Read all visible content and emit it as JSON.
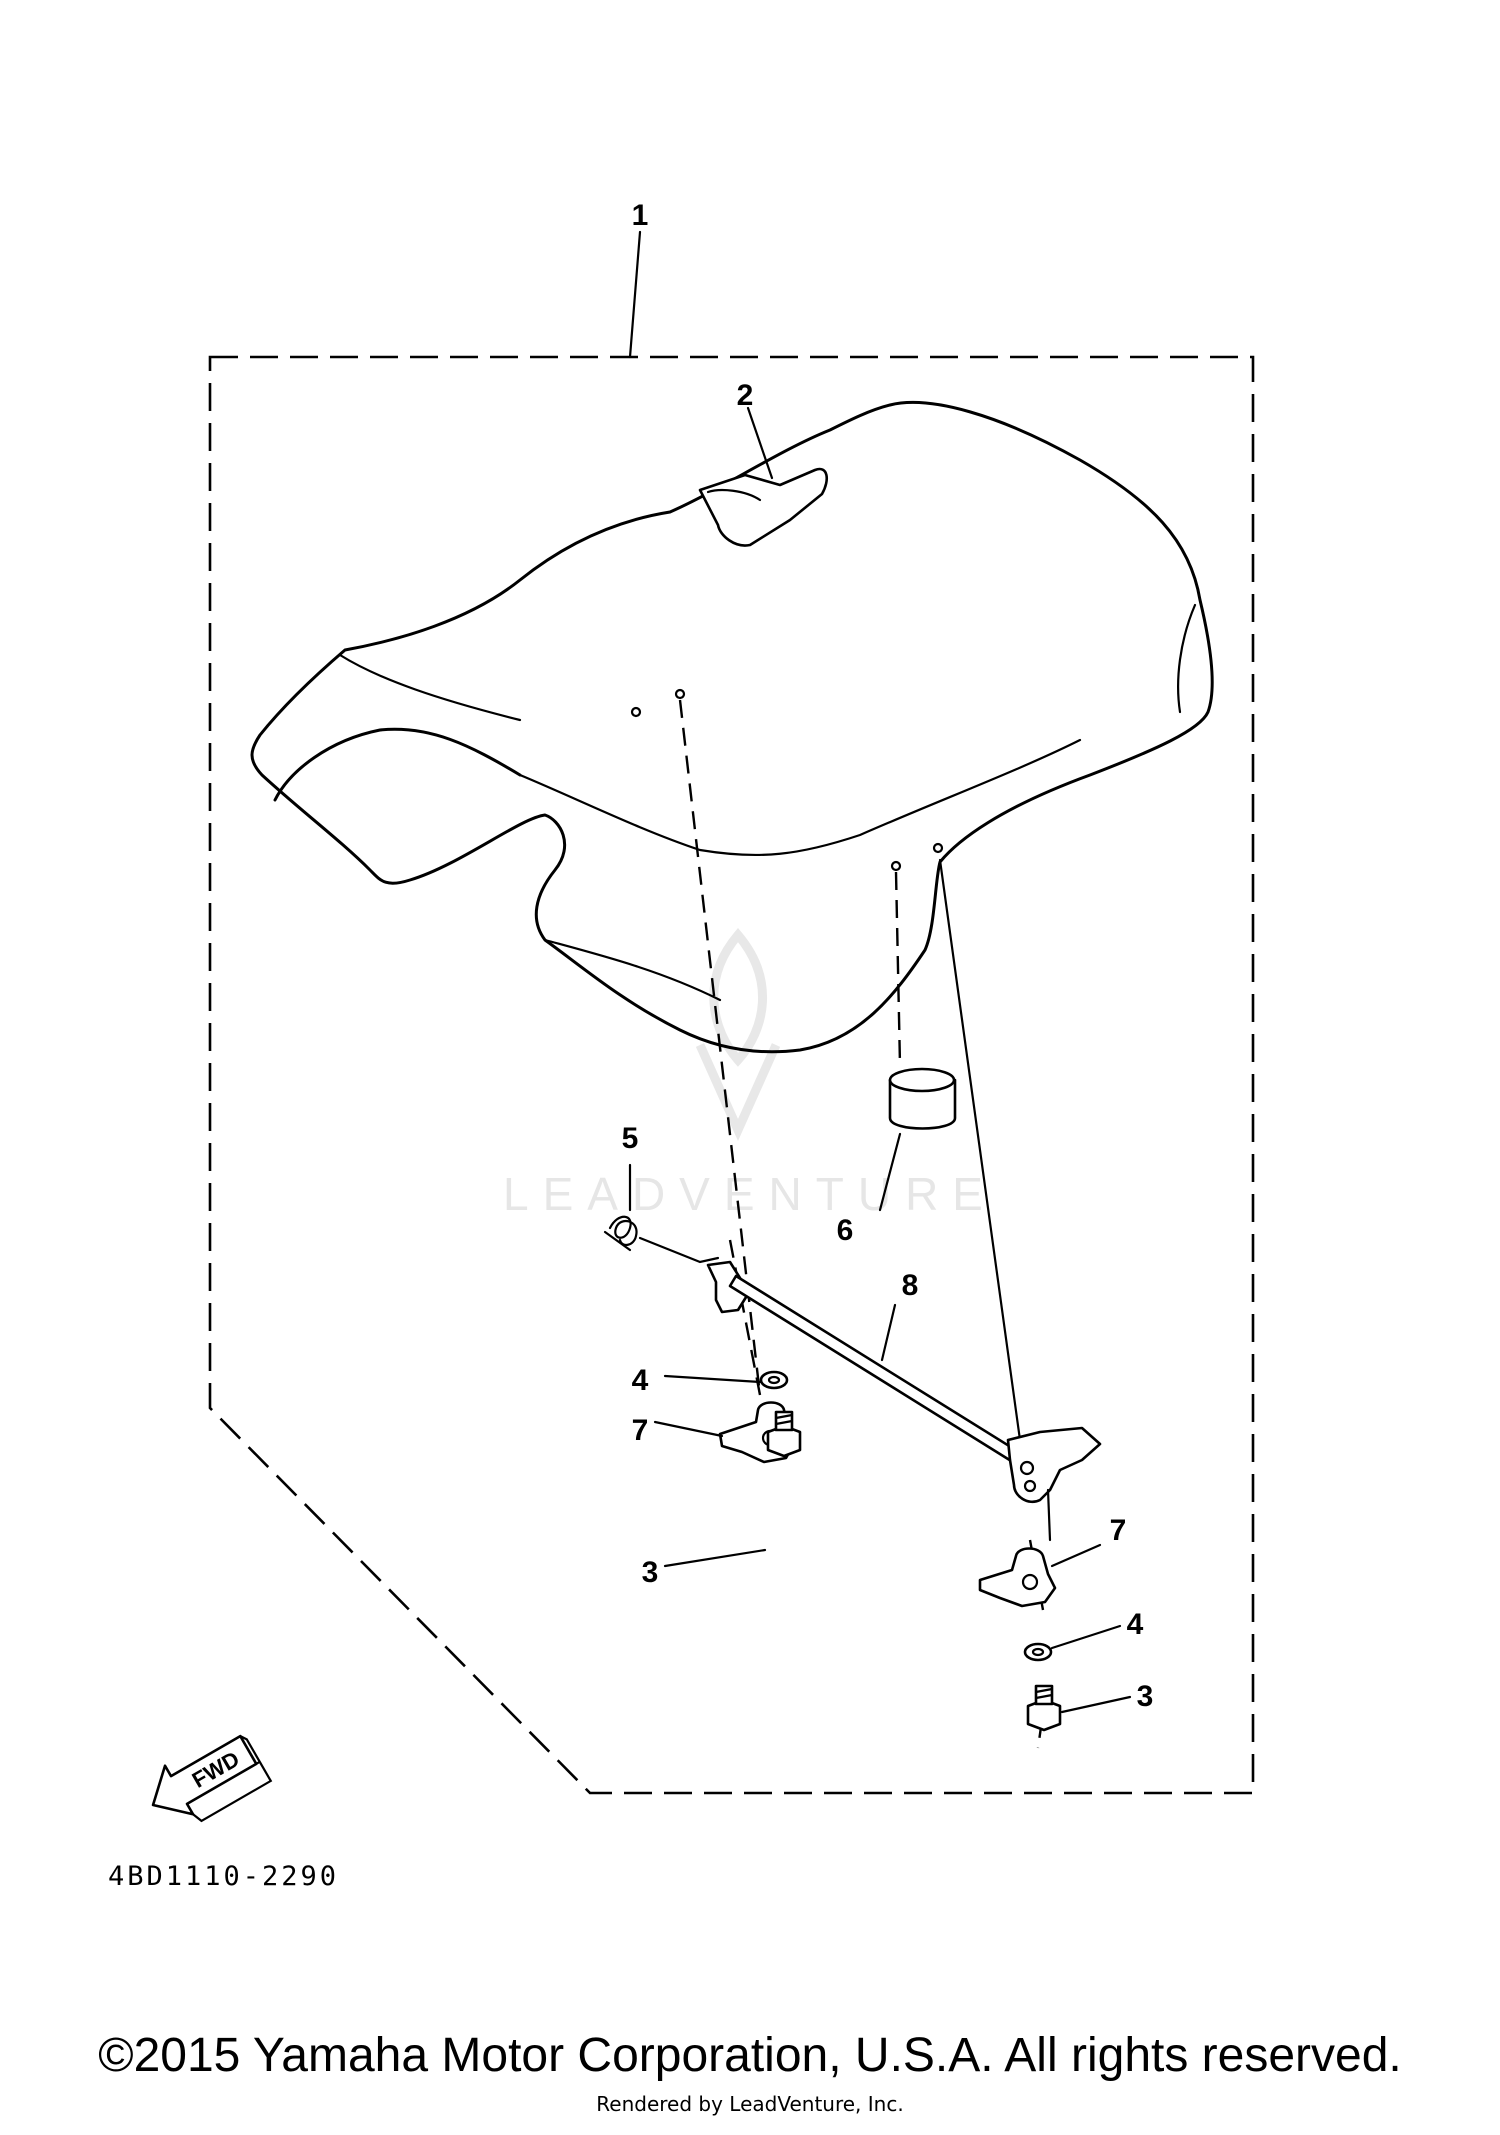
{
  "diagram": {
    "callouts": {
      "c1": "1",
      "c2": "2",
      "c3a": "3",
      "c3b": "3",
      "c4a": "4",
      "c4b": "4",
      "c5": "5",
      "c6": "6",
      "c7a": "7",
      "c7b": "7",
      "c8": "8"
    },
    "fwd_label": "FWD",
    "diagram_code": "4BD1110-2290",
    "watermark_text": "LEADVENTURE"
  },
  "footer": {
    "copyright": "©2015 Yamaha Motor Corporation, U.S.A. All rights reserved.",
    "rendered_by": "Rendered by LeadVenture, Inc."
  }
}
